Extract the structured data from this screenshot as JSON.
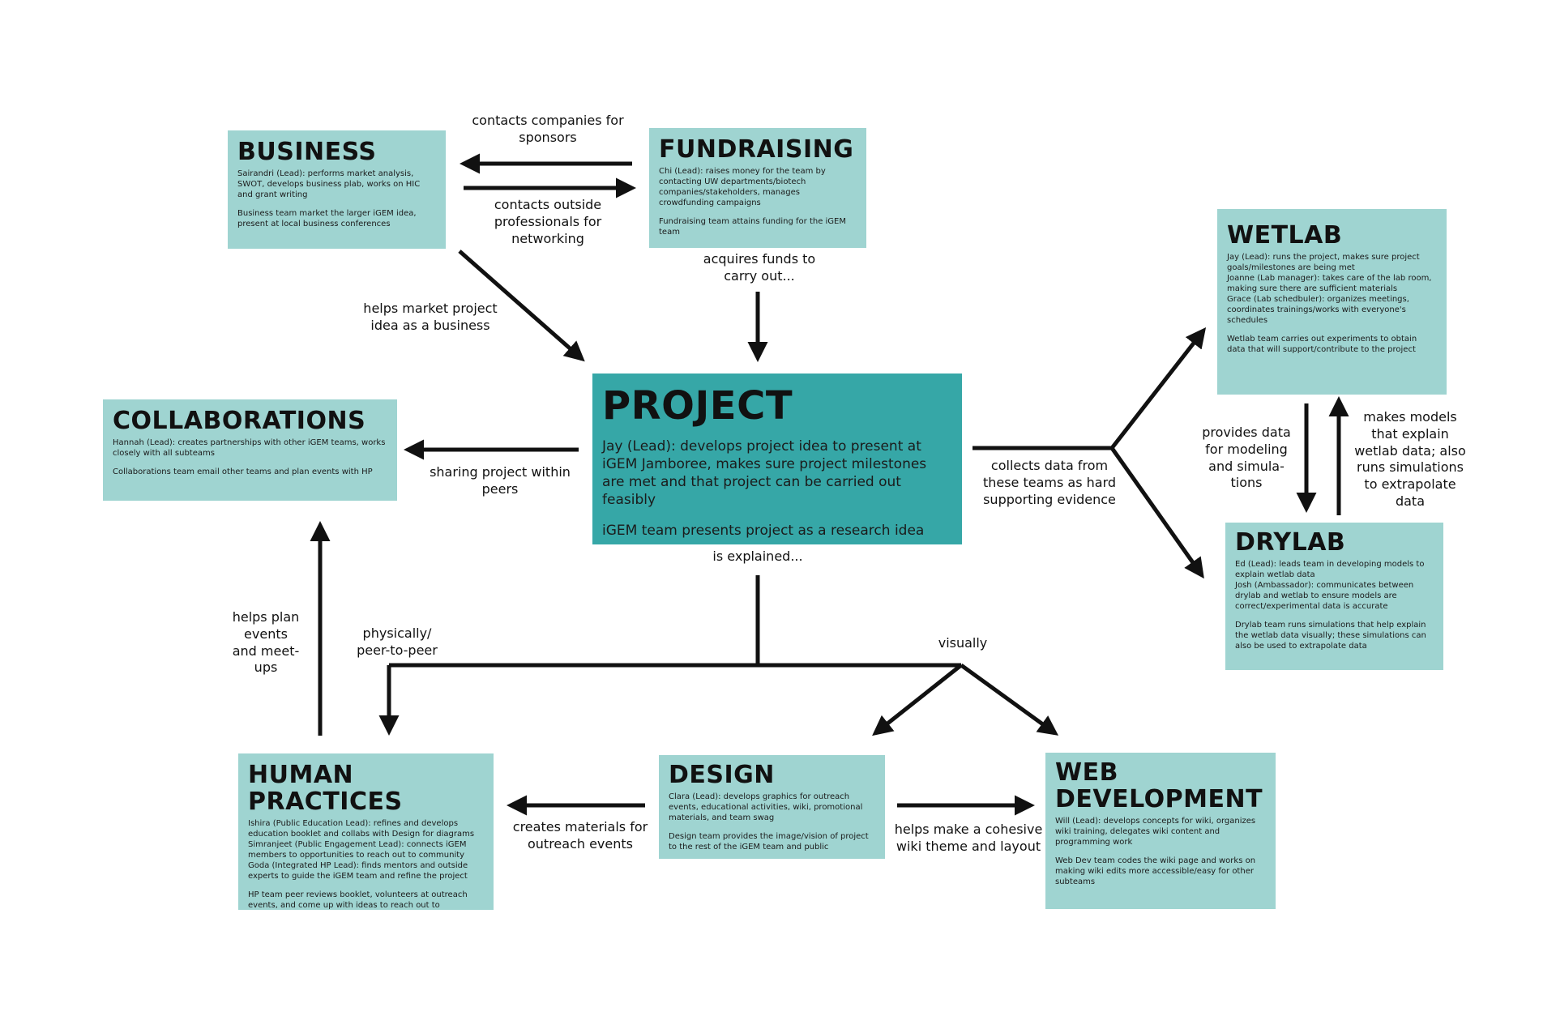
{
  "boxes": {
    "business": {
      "title": "BUSINESS",
      "p1": "Sairandri (Lead): performs market analysis, SWOT, develops business plab, works on HIC and grant writing",
      "p2": "Business team market the larger iGEM idea, present at local business conferences"
    },
    "fundraising": {
      "title": "FUNDRAISING",
      "p1": "Chi (Lead): raises money for the team by contacting UW departments/biotech companies/stakeholders, manages crowdfunding campaigns",
      "p2": "Fundraising team attains funding for the iGEM team"
    },
    "collaborations": {
      "title": "COLLABORATIONS",
      "p1": "Hannah (Lead): creates partnerships with other iGEM teams, works closely with all subteams",
      "p2": "Collaborations team email other teams and plan events with HP"
    },
    "project": {
      "title": "PROJECT",
      "p1": "Jay (Lead): develops project idea to present at iGEM Jamboree, makes sure project milestones are met and that project can be carried out feasibly",
      "p2": "iGEM team presents project as a research idea"
    },
    "wetlab": {
      "title": "WETLAB",
      "p1": "Jay (Lead): runs the project, makes sure project goals/milestones are being met\nJoanne (Lab manager): takes care of the lab room, making sure there are sufficient materials\nGrace (Lab schedbuler): organizes meetings, coordinates trainings/works with everyone's schedules",
      "p2": "Wetlab team carries out experiments to obtain data that will support/contribute to the project"
    },
    "drylab": {
      "title": "DRYLAB",
      "p1": "Ed (Lead): leads team in developing models to explain wetlab data\nJosh (Ambassador): communicates between drylab and wetlab to ensure models are correct/experimental data is accurate",
      "p2": "Drylab team runs simulations that help explain the wetlab data visually; these simulations can also be used to extrapolate data"
    },
    "human_practices": {
      "title": "HUMAN PRACTICES",
      "p1": "Ishira (Public Education Lead): refines and develops education booklet and collabs with Design for diagrams\nSimranjeet (Public Engagement Lead): connects iGEM members to opportunities to reach out to community\nGoda (Integrated HP Lead): finds mentors and outside experts to guide the iGEM team and refine the project",
      "p2": "HP team peer reviews booklet, volunteers at outreach events, and come up with ideas to reach out to community"
    },
    "design": {
      "title": "DESIGN",
      "p1": "Clara (Lead): develops graphics for outreach events, educational activities, wiki, promotional materials, and team swag",
      "p2": "Design team provides the image/vision of project to the rest of the iGEM team and public"
    },
    "web_development": {
      "title": "WEB\nDEVELOPMENT",
      "p1": "Will (Lead): develops concepts for wiki, organizes wiki training, delegates wiki content and programming work",
      "p2": "Web Dev team codes the wiki page and works on making wiki edits more accessible/easy for other subteams"
    }
  },
  "labels": {
    "contacts_companies": "contacts companies for\nsponsors",
    "contacts_outside": "contacts outside\nprofessionals for\nnetworking",
    "acquires_funds": "acquires funds to\ncarry out...",
    "helps_market": "helps market project\nidea as a business",
    "sharing_project": "sharing project within\npeers",
    "collects_data": "collects data from\nthese teams as hard\nsupporting evidence",
    "provides_data": "provides data\nfor modeling\nand simula-\ntions",
    "makes_models": "makes models\nthat explain\nwetlab data; also\nruns simulations\nto extrapolate\ndata",
    "is_explained": "is explained...",
    "helps_plan": "helps plan\nevents\nand meet-\nups",
    "physically": "physically/\npeer-to-peer",
    "visually": "visually",
    "creates_materials": "creates materials for\noutreach events",
    "helps_make": "helps make a cohesive\nwiki theme and layout"
  }
}
